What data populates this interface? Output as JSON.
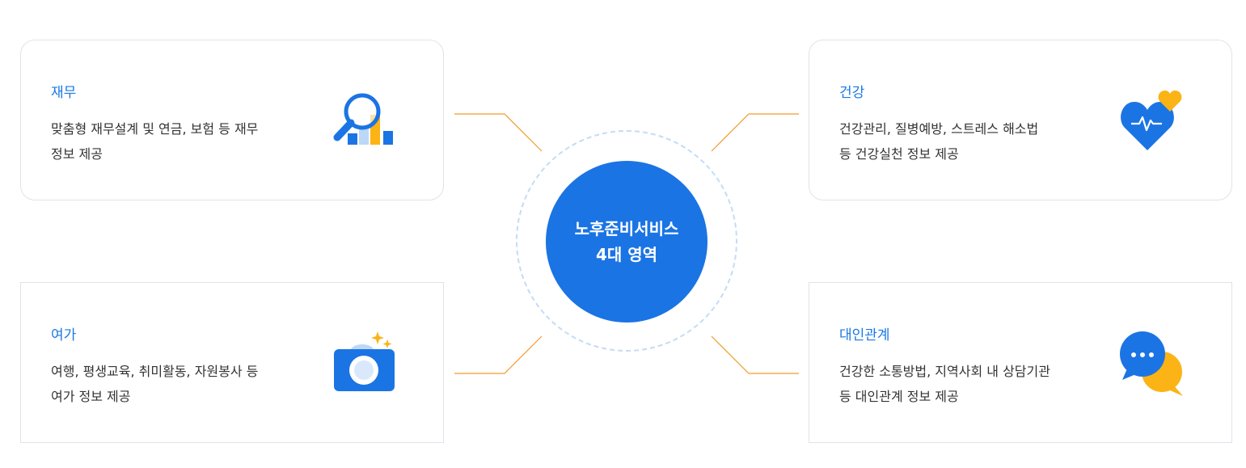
{
  "center": {
    "line1": "노후준비서비스",
    "line2": "4대 영역"
  },
  "cards": {
    "finance": {
      "title": "재무",
      "desc_line1": "맞춤형 재무설계 및 연금, 보험 등 재무",
      "desc_line2": "정보 제공",
      "icon": "magnifier-chart-icon"
    },
    "health": {
      "title": "건강",
      "desc_line1": "건강관리, 질병예방, 스트레스 해소법",
      "desc_line2": "등 건강실천 정보 제공",
      "icon": "heart-pulse-icon"
    },
    "leisure": {
      "title": "여가",
      "desc_line1": "여행, 평생교육, 취미활동, 자원봉사 등",
      "desc_line2": "여가 정보 제공",
      "icon": "camera-icon"
    },
    "relation": {
      "title": "대인관계",
      "desc_line1": "건강한 소통방법, 지역사회 내 상담기관",
      "desc_line2": "등 대인관계 정보 제공",
      "icon": "chat-bubbles-icon"
    }
  },
  "colors": {
    "accent": "#1b74e4",
    "title": "#1a78e6",
    "connector": "#f39a2b",
    "yellow": "#fbb315"
  }
}
